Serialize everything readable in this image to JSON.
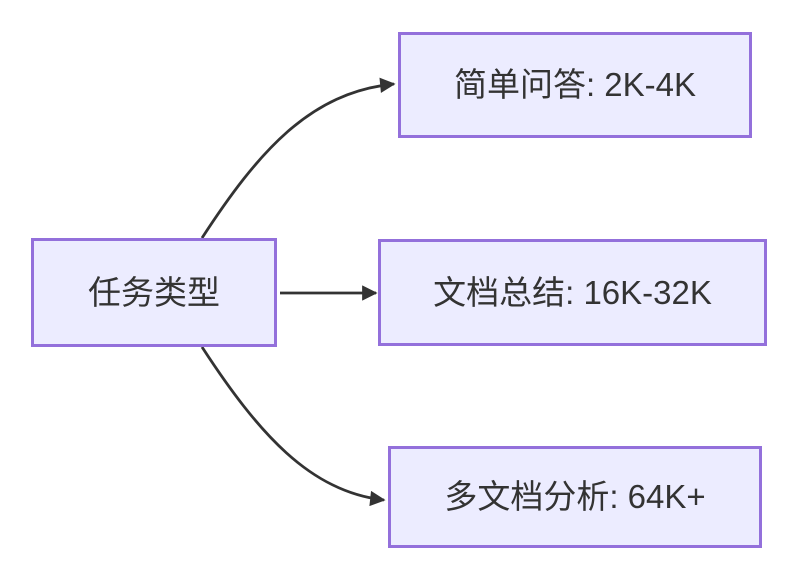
{
  "theme": {
    "background": "#ffffff",
    "node_fill": "#ECECFF",
    "node_border": "#9370DB",
    "arrow_color": "#333333",
    "text_color": "#333333"
  },
  "diagram": {
    "type": "flowchart-left-to-right",
    "nodes": [
      {
        "id": "task-type",
        "label": "任务类型"
      },
      {
        "id": "simple-qa",
        "label": "简单问答: 2K-4K"
      },
      {
        "id": "doc-summary",
        "label": "文档总结: 16K-32K"
      },
      {
        "id": "multi-doc",
        "label": "多文档分析: 64K+"
      }
    ],
    "edges": [
      {
        "from": "task-type",
        "to": "simple-qa"
      },
      {
        "from": "task-type",
        "to": "doc-summary"
      },
      {
        "from": "task-type",
        "to": "multi-doc"
      }
    ]
  }
}
